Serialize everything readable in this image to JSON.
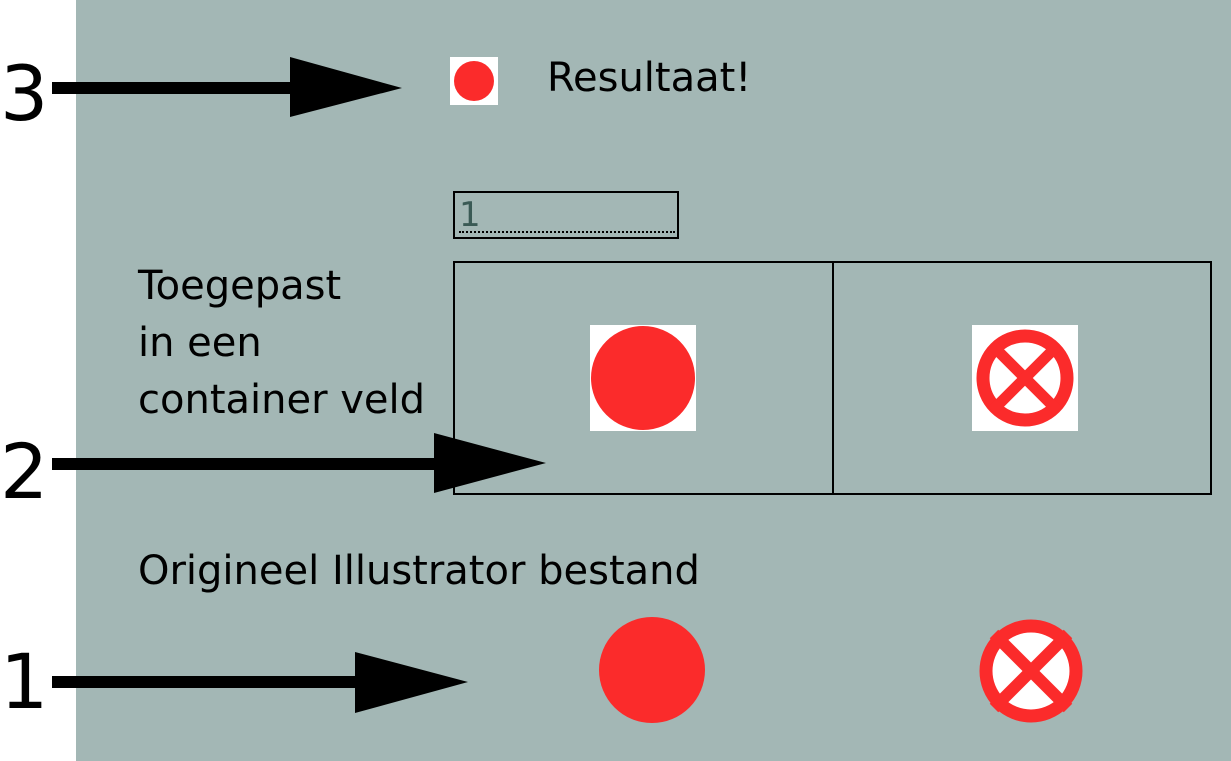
{
  "labels": {
    "result": "Resultaat!",
    "container": [
      "Toegepast",
      "in een",
      "container veld"
    ],
    "original": "Origineel Illustrator bestand"
  },
  "markers": {
    "three": "3",
    "two": "2",
    "one": "1"
  },
  "input": {
    "value": "1"
  },
  "colors": {
    "background": "#a3b7b5",
    "icon_red": "#fb2b2b",
    "tile": "#ffffff",
    "ink": "#000000"
  },
  "icons": [
    "red-dot-icon",
    "crossed-circle-icon"
  ]
}
